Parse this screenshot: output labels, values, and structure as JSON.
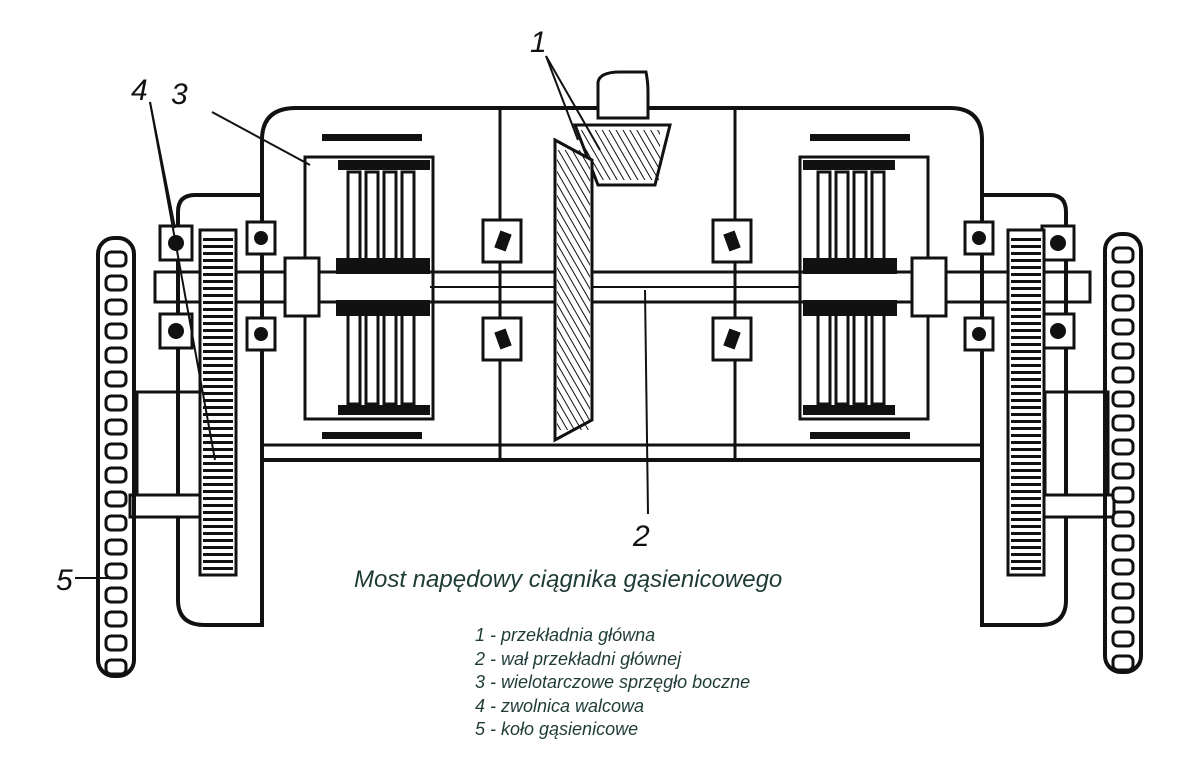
{
  "title": "Most napędowy ciągnika gąsienicowego",
  "callouts": [
    {
      "id": "1",
      "text": "1"
    },
    {
      "id": "2",
      "text": "2"
    },
    {
      "id": "3",
      "text": "3"
    },
    {
      "id": "4",
      "text": "4"
    },
    {
      "id": "5",
      "text": "5"
    }
  ],
  "legend": [
    "1 - przekładnia główna",
    "2 - wał przekładni głównej",
    "3 - wielotarczowe sprzęgło boczne",
    "4 - zwolnica walcowa",
    "5 - koło gąsienicowe"
  ],
  "colors": {
    "ink": "#111111",
    "caption": "#1f3b36",
    "background": "#ffffff"
  }
}
